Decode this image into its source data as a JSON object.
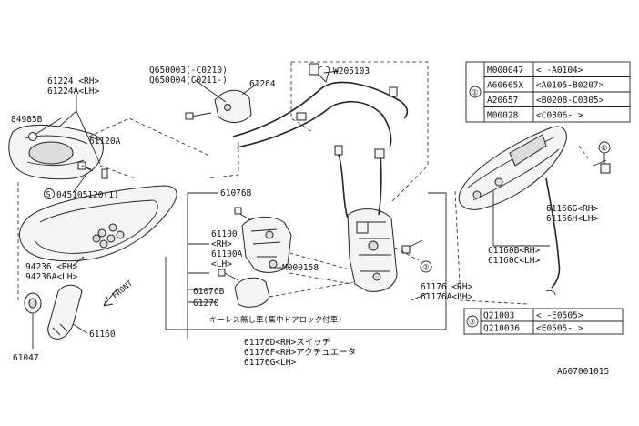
{
  "labels": {
    "l_61224": "61224 <RH>",
    "l_61224A": "61224A<LH>",
    "l_84985B": "84985B",
    "l_61120A": "61120A",
    "l_045105120": "045105120(1)",
    "l_94236": "94236 <RH>",
    "l_94236A": "94236A<LH>",
    "l_61047": "61047",
    "l_61160": "61160",
    "l_front": "FRONT",
    "l_q650003": "Q650003(-C0210)",
    "l_q650004": "Q650004(C0211-)",
    "l_61264": "61264",
    "l_w205103": "W205103",
    "l_61076B_top": "61076B",
    "l_61100": "61100",
    "l_61100_rh": "<RH>",
    "l_61100A": "61100A",
    "l_61100A_lh": "<LH>",
    "l_m000158": "M000158",
    "l_61076B_bot": "61076B",
    "l_61270": "61270",
    "l_keyless": "キーレス無し車(集中ドアロック付車)",
    "l_61176": "61176 <RH>",
    "l_61176A": "61176A<LH>",
    "l_61176D": "61176D<RH>スイッチ",
    "l_61176F": "61176F<RH>アクチュエータ",
    "l_61176G": "61176G<LH>",
    "l_61166G": "61166G<RH>",
    "l_61166H": "61166H<LH>",
    "l_61160B": "61160B<RH>",
    "l_61160C": "61160C<LH>",
    "l_ref_id": "A607001015"
  },
  "table1": {
    "marker": "①",
    "rows": [
      {
        "part": "M000047",
        "range": "<   -A0104>"
      },
      {
        "part": "A60665X",
        "range": "<A0105-B0207>"
      },
      {
        "part": "A20657",
        "range": "<B0208-C0305>"
      },
      {
        "part": "M00028",
        "range": "<C0306-   >"
      }
    ]
  },
  "table2": {
    "marker": "②",
    "rows": [
      {
        "part": "Q21003",
        "range": "<   -E0505>"
      },
      {
        "part": "Q210036",
        "range": "<E0505-     >"
      }
    ]
  },
  "callouts": {
    "c1_outer": "①",
    "c2_outer": "②",
    "c_s": "S"
  }
}
